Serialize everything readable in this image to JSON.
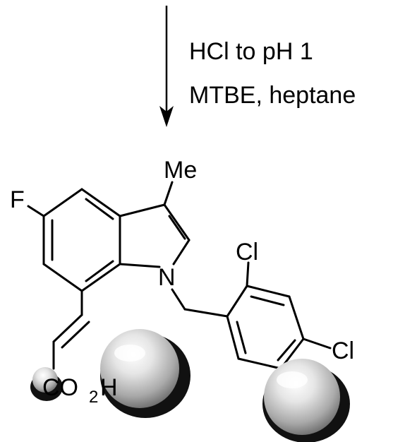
{
  "conditions": {
    "line1": "HCl to pH 1",
    "line2": "MTBE, heptane"
  },
  "atoms": {
    "methyl": "Me",
    "fluorine": "F",
    "nitrogen": "N",
    "chlorine_ortho": "Cl",
    "chlorine_para": "Cl",
    "acid_co": "CO",
    "acid_sub": "2",
    "acid_h": "H"
  },
  "decor": {
    "sphere_highlight": "#ffffff",
    "sphere_mid": "#c8c8c8",
    "sphere_shadow": "#111111"
  }
}
